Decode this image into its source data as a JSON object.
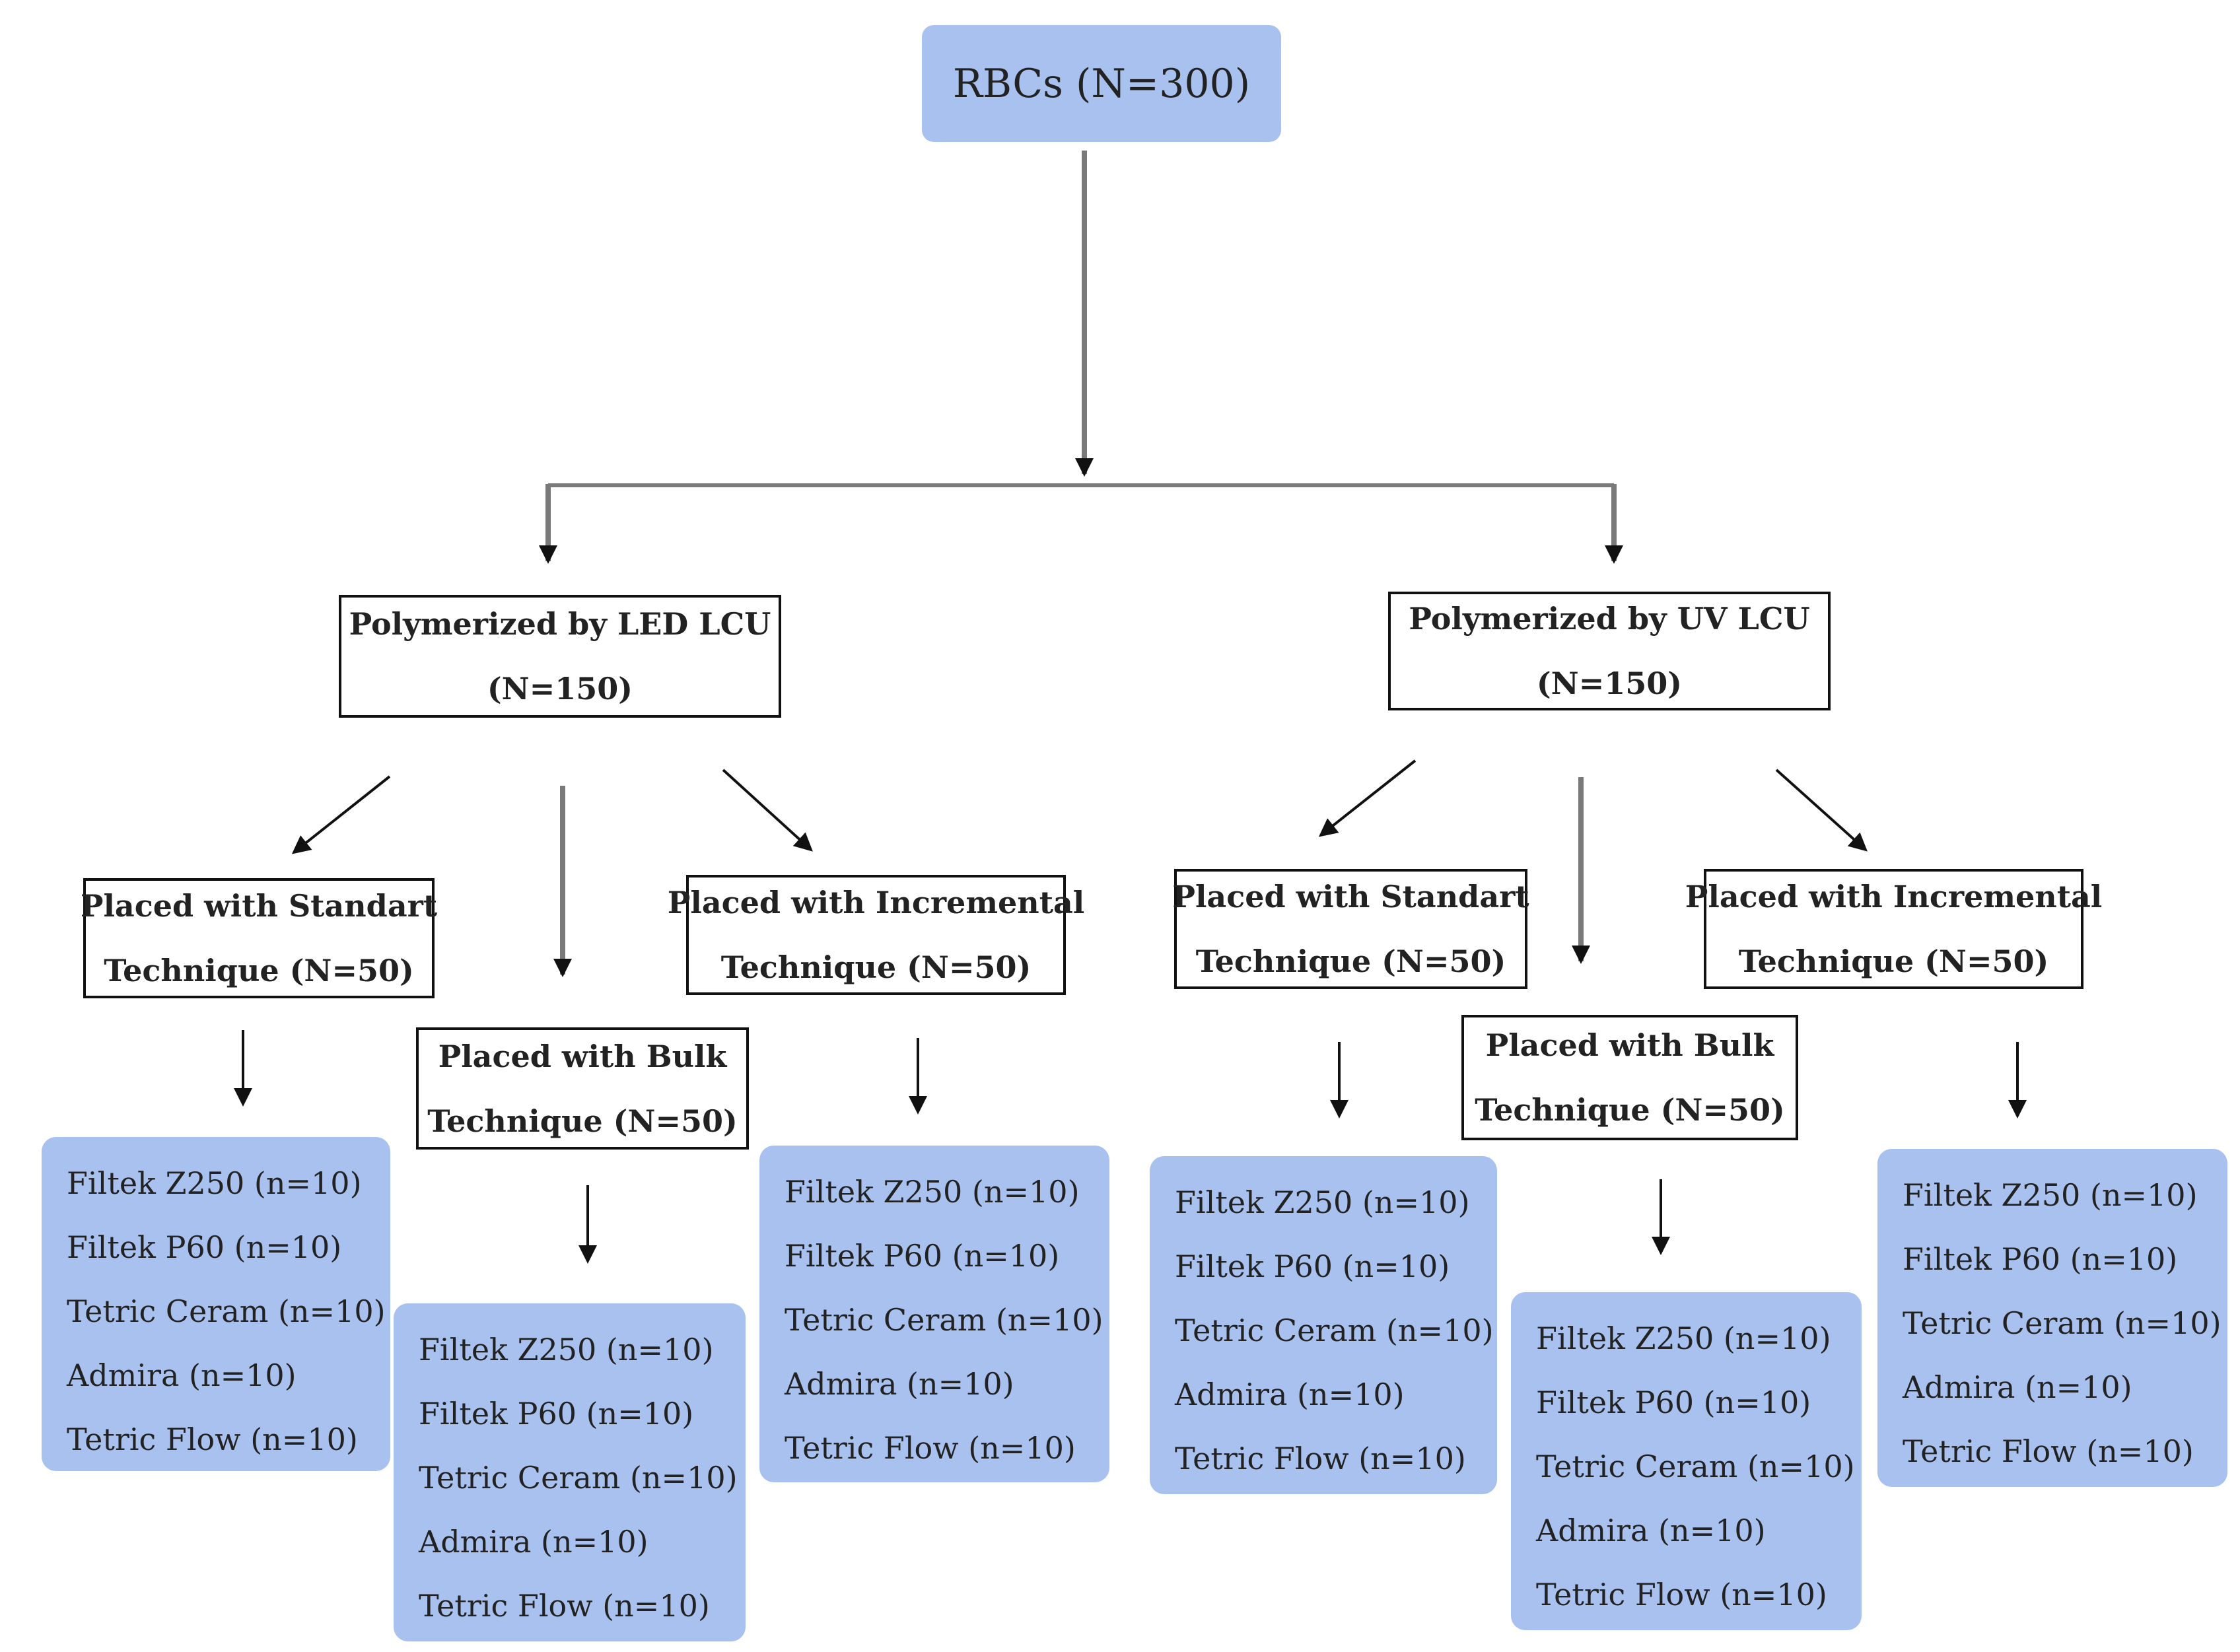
{
  "root": {
    "label": "RBCs (N=300)"
  },
  "branches": [
    {
      "title": "Polymerized by LED LCU",
      "count": "(N=150)",
      "techniques": [
        {
          "line1": "Placed with Standart",
          "line2": "Technique (N=50)",
          "materials": [
            "Filtek Z250 (n=10)",
            "Filtek P60 (n=10)",
            "Tetric Ceram (n=10)",
            "Admira (n=10)",
            "Tetric Flow (n=10)"
          ]
        },
        {
          "line1": "Placed with Bulk",
          "line2": "Technique (N=50)",
          "materials": [
            "Filtek Z250 (n=10)",
            "Filtek P60 (n=10)",
            "Tetric Ceram (n=10)",
            "Admira (n=10)",
            "Tetric Flow (n=10)"
          ]
        },
        {
          "line1": "Placed with Incremental",
          "line2": "Technique (N=50)",
          "materials": [
            "Filtek Z250 (n=10)",
            "Filtek P60 (n=10)",
            "Tetric Ceram (n=10)",
            "Admira (n=10)",
            "Tetric Flow (n=10)"
          ]
        }
      ]
    },
    {
      "title": "Polymerized by UV LCU",
      "count": "(N=150)",
      "techniques": [
        {
          "line1": "Placed with Standart",
          "line2": "Technique (N=50)",
          "materials": [
            "Filtek Z250 (n=10)",
            "Filtek P60 (n=10)",
            "Tetric Ceram (n=10)",
            "Admira (n=10)",
            "Tetric Flow (n=10)"
          ]
        },
        {
          "line1": "Placed with Bulk",
          "line2": "Technique (N=50)",
          "materials": [
            "Filtek Z250 (n=10)",
            "Filtek P60 (n=10)",
            "Tetric Ceram (n=10)",
            "Admira (n=10)",
            "Tetric Flow (n=10)"
          ]
        },
        {
          "line1": "Placed with Incremental",
          "line2": "Technique (N=50)",
          "materials": [
            "Filtek Z250 (n=10)",
            "Filtek P60 (n=10)",
            "Tetric Ceram (n=10)",
            "Admira (n=10)",
            "Tetric Flow (n=10)"
          ]
        }
      ]
    }
  ],
  "colors": {
    "box_fill": "#a8c1ef",
    "line": "#7a7a7a",
    "border": "#111111"
  }
}
